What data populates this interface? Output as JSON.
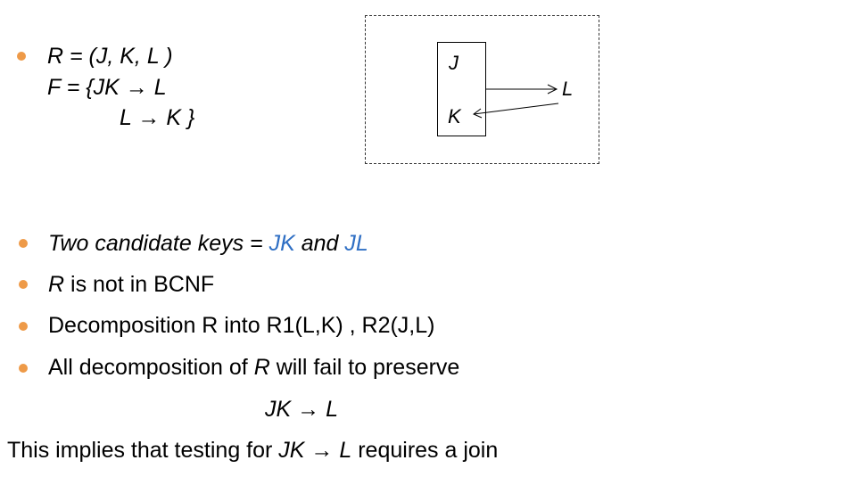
{
  "colors": {
    "bullet": "#ee9a48",
    "key_highlight": "#2f6fc4"
  },
  "schema": {
    "r_line": "R = (J, K, L )",
    "f_line": "F = {JK → L",
    "f_line2": "L → K }"
  },
  "diagram": {
    "attr_j": "J",
    "attr_k": "K",
    "attr_l": "L"
  },
  "bullets": {
    "b1_prefix": "Two candidate keys = ",
    "b1_key1": "JK",
    "b1_mid": " and ",
    "b1_key2": "JL",
    "b2_r": "R",
    "b2_rest": " is not in BCNF",
    "b3": "Decomposition R into R1(L,K) , R2(J,L)",
    "b4_prefix": "All decomposition of ",
    "b4_r": "R",
    "b4_rest": "  will fail to preserve",
    "fd_center": "JK → L"
  },
  "conclusion": {
    "prefix": "This implies that testing for ",
    "fd": "JK → L",
    "suffix": " requires a join"
  }
}
